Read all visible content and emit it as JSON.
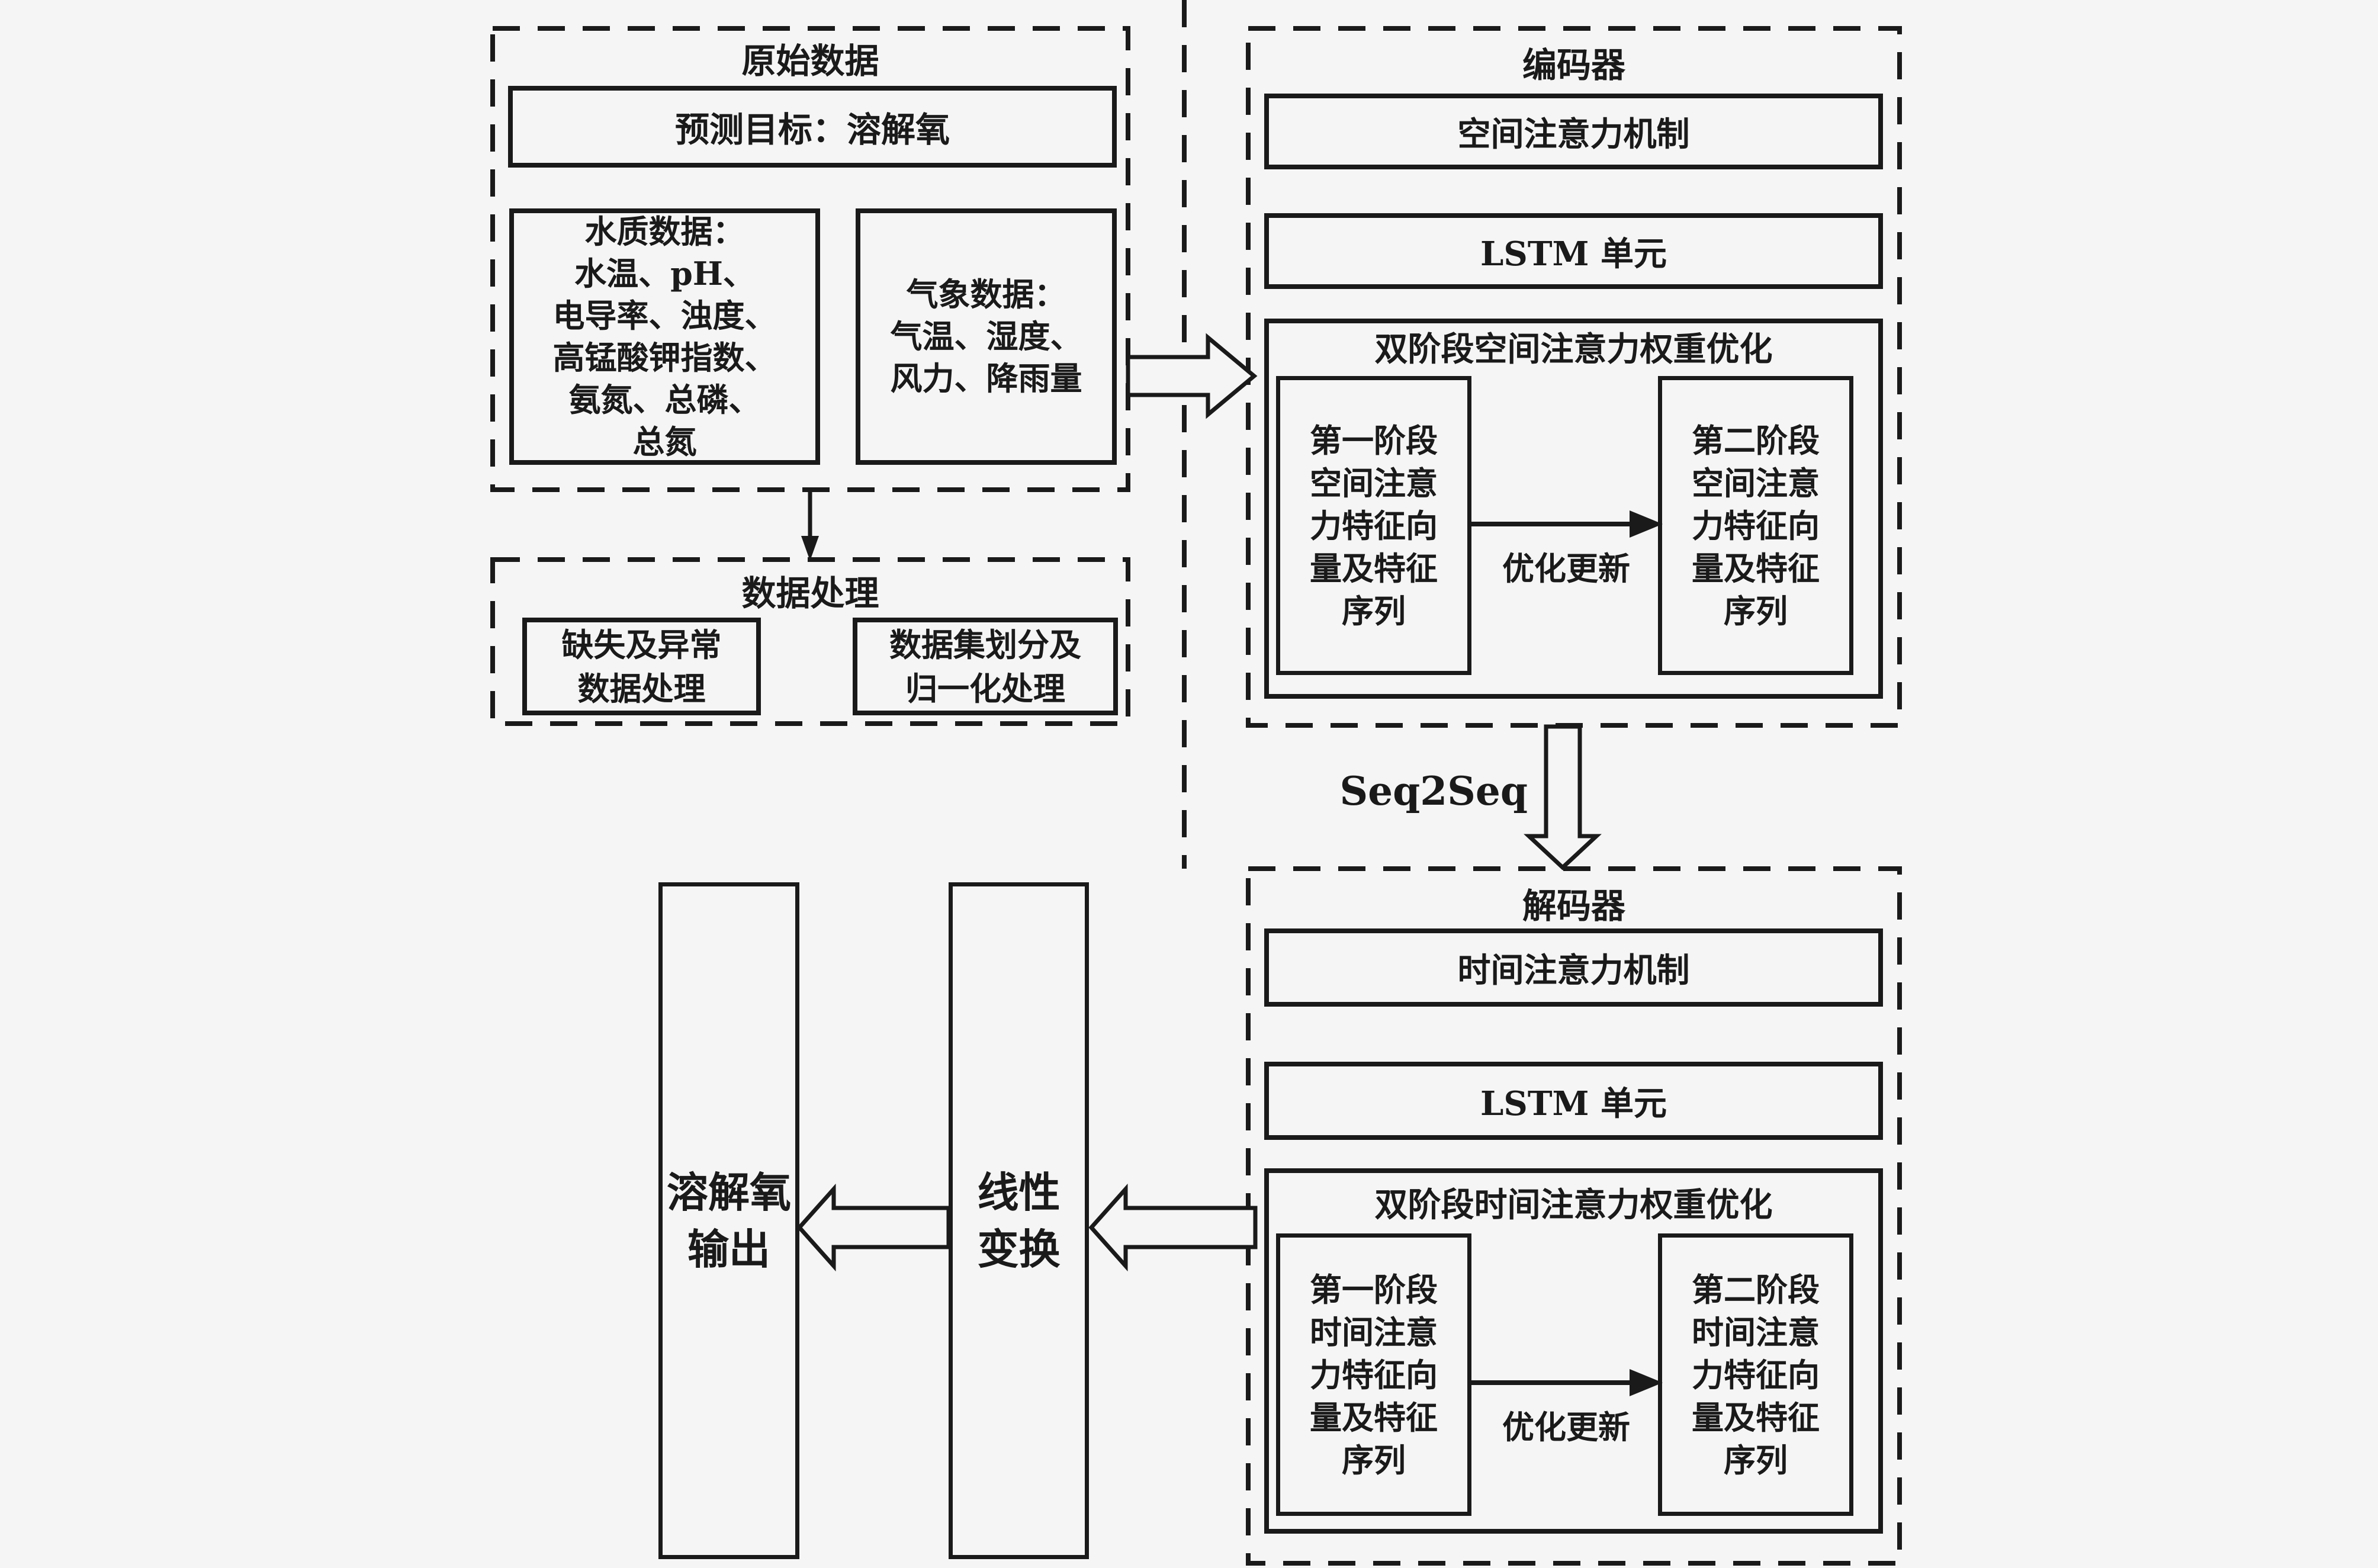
{
  "raw_data": {
    "title": "原始数据",
    "target": "预测目标：溶解氧",
    "water_quality": "水质数据：\n水温、pH、\n电导率、浊度、\n高锰酸钾指数、\n氨氮、总磷、\n总氮",
    "weather": "气象数据：\n气温、湿度、\n风力、降雨量"
  },
  "processing": {
    "title": "数据处理",
    "missing": "缺失及异常\n数据处理",
    "split_normalize": "数据集划分及\n归一化处理"
  },
  "encoder": {
    "title": "编码器",
    "attention": "空间注意力机制",
    "lstm": "LSTM 单元",
    "opt_title": "双阶段空间注意力权重优化",
    "stage1": "第一阶段\n空间注意\n力特征向\n量及特征\n序列",
    "stage2": "第二阶段\n空间注意\n力特征向\n量及特征\n序列",
    "opt_update": "优化更新"
  },
  "seq2seq_label": "Seq2Seq",
  "decoder": {
    "title": "解码器",
    "attention": "时间注意力机制",
    "lstm": "LSTM 单元",
    "opt_title": "双阶段时间注意力权重优化",
    "stage1": "第一阶段\n时间注意\n力特征向\n量及特征\n序列",
    "stage2": "第二阶段\n时间注意\n力特征向\n量及特征\n序列",
    "opt_update": "优化更新"
  },
  "output": {
    "dissolved_oxygen": "溶解氧\n输出",
    "linear": "线性\n变换"
  },
  "colors": {
    "ink": "#1a1a1a",
    "background": "#f5f5f5"
  }
}
